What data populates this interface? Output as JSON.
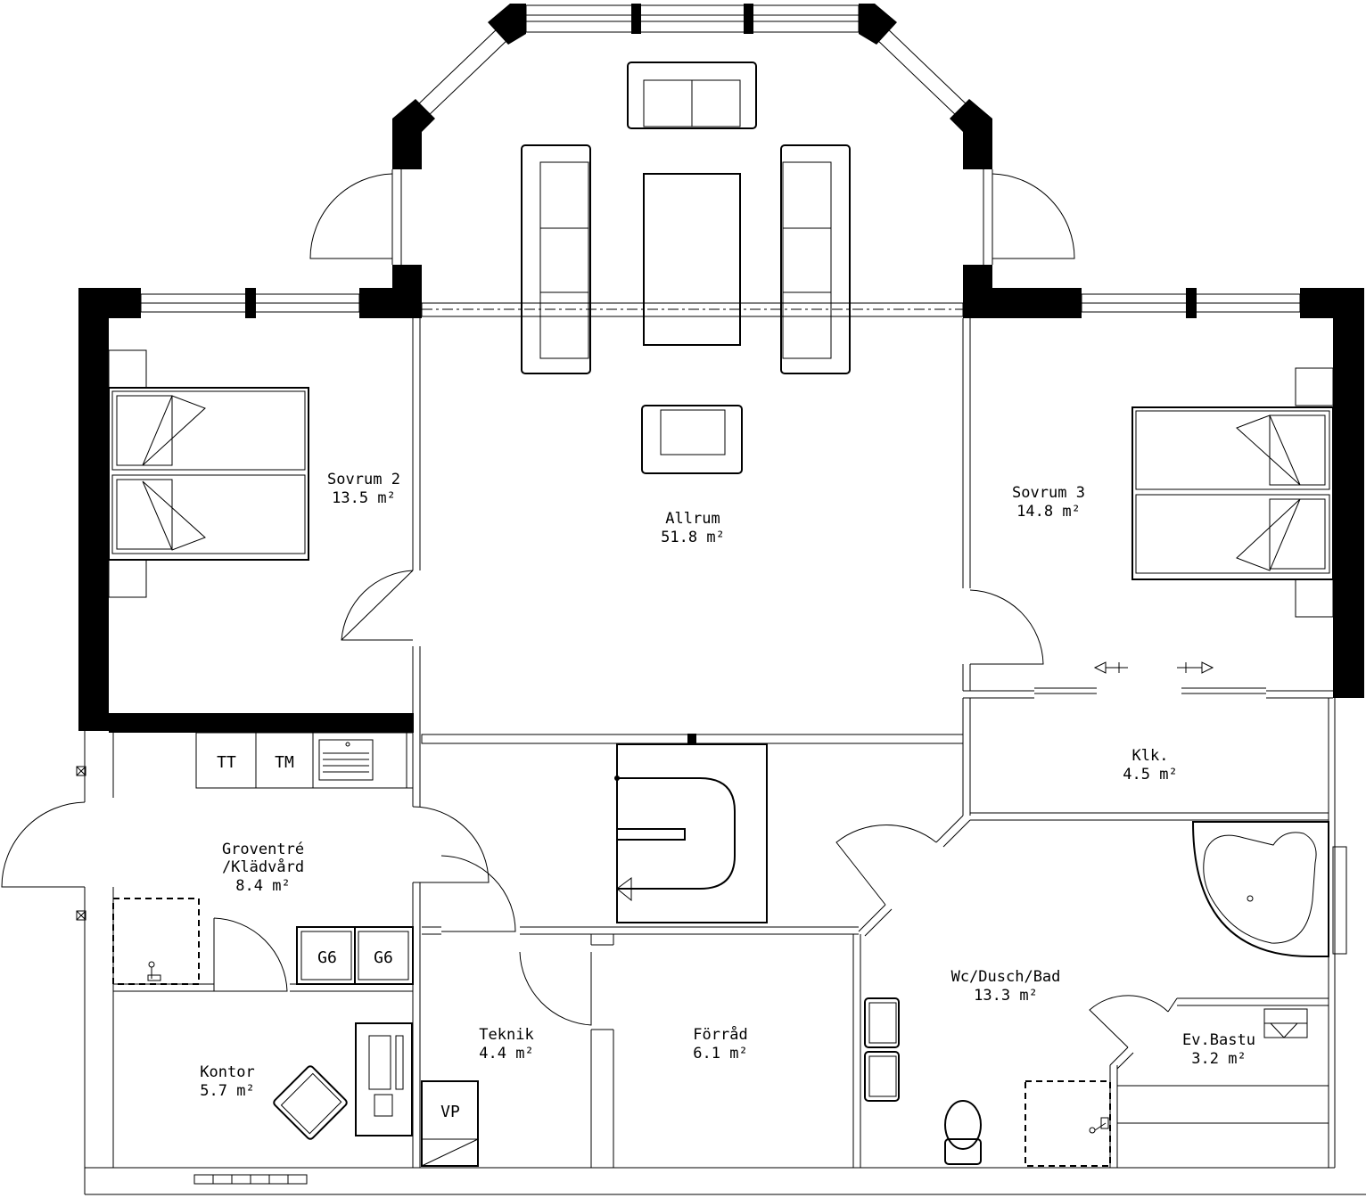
{
  "rooms": [
    {
      "id": "sovrum2",
      "name": "Sovrum 2",
      "area": "13.5 m²"
    },
    {
      "id": "allrum",
      "name": "Allrum",
      "area": "51.8 m²"
    },
    {
      "id": "sovrum3",
      "name": "Sovrum 3",
      "area": "14.8 m²"
    },
    {
      "id": "klk",
      "name": "Klk.",
      "area": "4.5 m²"
    },
    {
      "id": "groventre",
      "name": "Groventré",
      "name2": "/Klädvård",
      "area": "8.4 m²"
    },
    {
      "id": "wc",
      "name": "Wc/Dusch/Bad",
      "area": "13.3 m²"
    },
    {
      "id": "teknik",
      "name": "Teknik",
      "area": "4.4 m²"
    },
    {
      "id": "forrad",
      "name": "Förråd",
      "area": "6.1 m²"
    },
    {
      "id": "kontor",
      "name": "Kontor",
      "area": "5.7 m²"
    },
    {
      "id": "bastu",
      "name": "Ev.Bastu",
      "area": "3.2 m²"
    }
  ],
  "appliances": {
    "tt": "TT",
    "tm": "TM",
    "g6a": "G6",
    "g6b": "G6",
    "vp": "VP"
  },
  "colors": {
    "line": "#000000",
    "background": "#ffffff"
  }
}
